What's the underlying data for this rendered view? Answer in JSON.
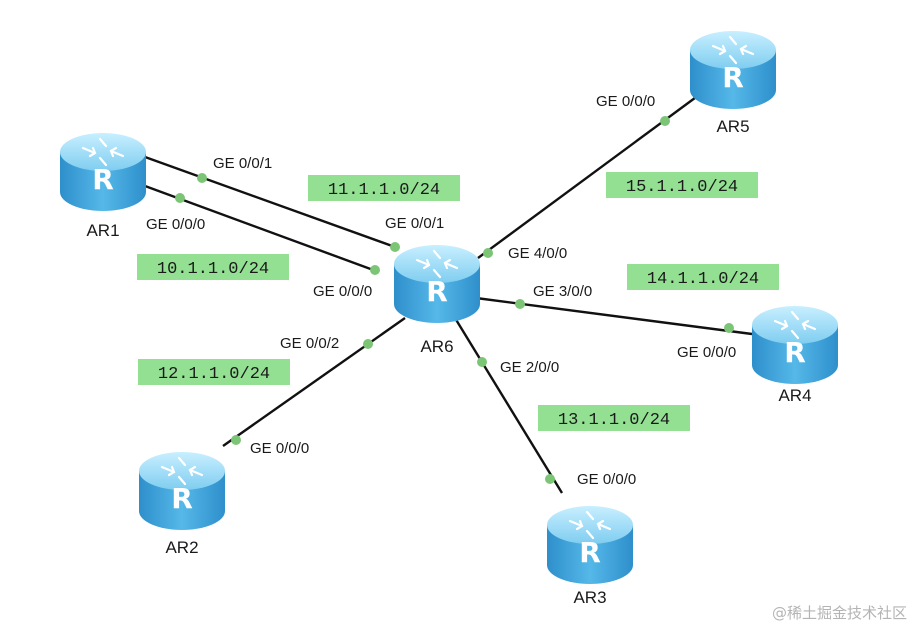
{
  "routers": [
    {
      "id": "AR1",
      "name": "AR1"
    },
    {
      "id": "AR2",
      "name": "AR2"
    },
    {
      "id": "AR3",
      "name": "AR3"
    },
    {
      "id": "AR4",
      "name": "AR4"
    },
    {
      "id": "AR5",
      "name": "AR5"
    },
    {
      "id": "AR6",
      "name": "AR6"
    }
  ],
  "links": [
    {
      "from": "AR1",
      "from_port": "GE 0/0/1",
      "to": "AR6",
      "to_port": "GE 0/0/1",
      "subnet": "11.1.1.0/24"
    },
    {
      "from": "AR1",
      "from_port": "GE 0/0/0",
      "to": "AR6",
      "to_port": "GE 0/0/0",
      "subnet": "10.1.1.0/24"
    },
    {
      "from": "AR2",
      "from_port": "GE 0/0/0",
      "to": "AR6",
      "to_port": "GE 0/0/2",
      "subnet": "12.1.1.0/24"
    },
    {
      "from": "AR3",
      "from_port": "GE 0/0/0",
      "to": "AR6",
      "to_port": "GE 2/0/0",
      "subnet": "13.1.1.0/24"
    },
    {
      "from": "AR4",
      "from_port": "GE 0/0/0",
      "to": "AR6",
      "to_port": "GE 3/0/0",
      "subnet": "14.1.1.0/24"
    },
    {
      "from": "AR5",
      "from_port": "GE 0/0/0",
      "to": "AR6",
      "to_port": "GE 4/0/0",
      "subnet": "15.1.1.0/24"
    }
  ],
  "watermark": "@稀土掘金技术社区",
  "colors": {
    "router_body": "#3fa6dc",
    "router_top": "#8fd6f5",
    "link": "#111111",
    "port_dot": "#7cc576",
    "subnet_label_bg": "#93e093"
  },
  "icons": {
    "router": "router-icon"
  }
}
